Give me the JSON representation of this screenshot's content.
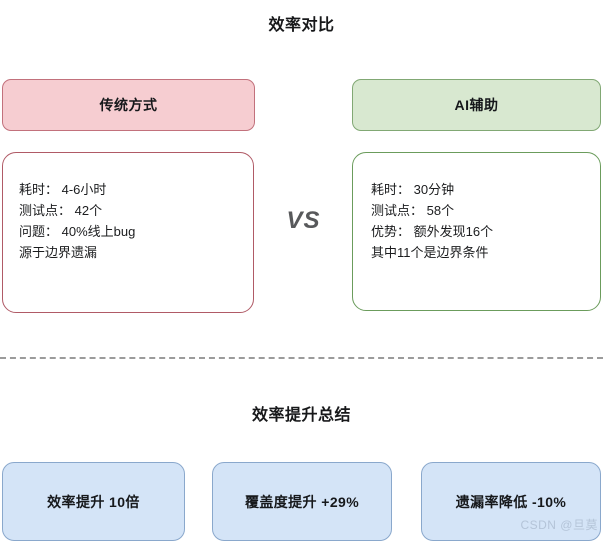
{
  "title": "效率对比",
  "comparison": {
    "vs_label": "VS",
    "left": {
      "header": "传统方式",
      "header_fill": "#f6cdd1",
      "header_border": "#c2717c",
      "card_border": "#b05a66",
      "lines": [
        "耗时： 4-6小时",
        "测试点： 42个",
        "问题： 40%线上bug",
        "源于边界遗漏"
      ]
    },
    "right": {
      "header": "AI辅助",
      "header_fill": "#d8e8d0",
      "header_border": "#81a874",
      "card_border": "#6b9c5c",
      "lines": [
        "耗时： 30分钟",
        "测试点： 58个",
        "优势： 额外发现16个",
        "其中11个是边界条件"
      ]
    }
  },
  "summary": {
    "title": "效率提升总结",
    "box_fill": "#d4e4f7",
    "box_border": "#8aa8cc",
    "stats": [
      {
        "label": "效率提升 10倍"
      },
      {
        "label": "覆盖度提升 +29%"
      },
      {
        "label": "遗漏率降低 -10%"
      }
    ]
  },
  "watermark": "CSDN @旦莫"
}
